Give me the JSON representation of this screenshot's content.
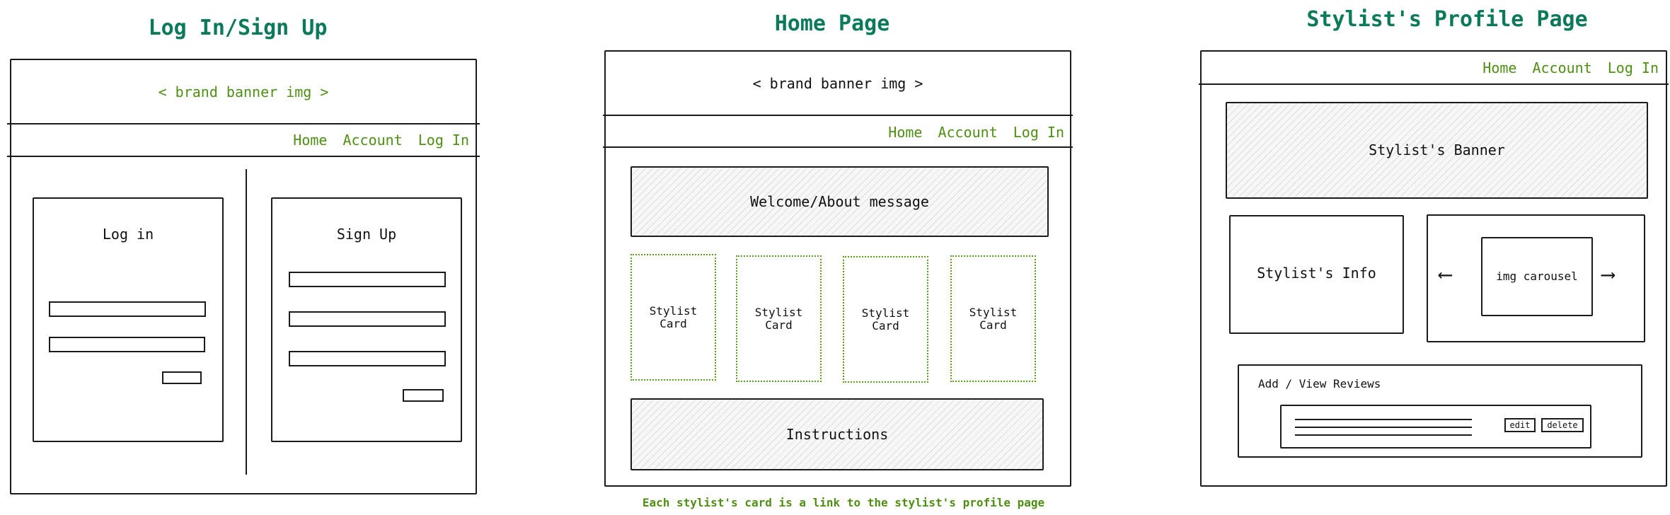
{
  "sections": {
    "login": {
      "title": "Log In/Sign Up",
      "banner": "< brand banner img >",
      "nav": [
        "Home",
        "Account",
        "Log In"
      ],
      "login_panel": "Log in",
      "signup_panel": "Sign Up"
    },
    "home": {
      "title": "Home Page",
      "banner": "< brand banner img >",
      "nav": [
        "Home",
        "Account",
        "Log In"
      ],
      "welcome": "Welcome/About message",
      "cards": [
        "Stylist\nCard",
        "Stylist\nCard",
        "Stylist\nCard",
        "Stylist\nCard"
      ],
      "instructions": "Instructions",
      "footnote": "Each stylist's card is a link to the stylist's profile page"
    },
    "profile": {
      "title": "Stylist's Profile Page",
      "nav": [
        "Home",
        "Account",
        "Log In"
      ],
      "banner": "Stylist's Banner",
      "info": "Stylist's Info",
      "carousel": "img carousel",
      "arrow_left": "⟵",
      "arrow_right": "⟶",
      "reviews": "Add / View Reviews",
      "edit": "edit",
      "delete": "delete"
    }
  }
}
